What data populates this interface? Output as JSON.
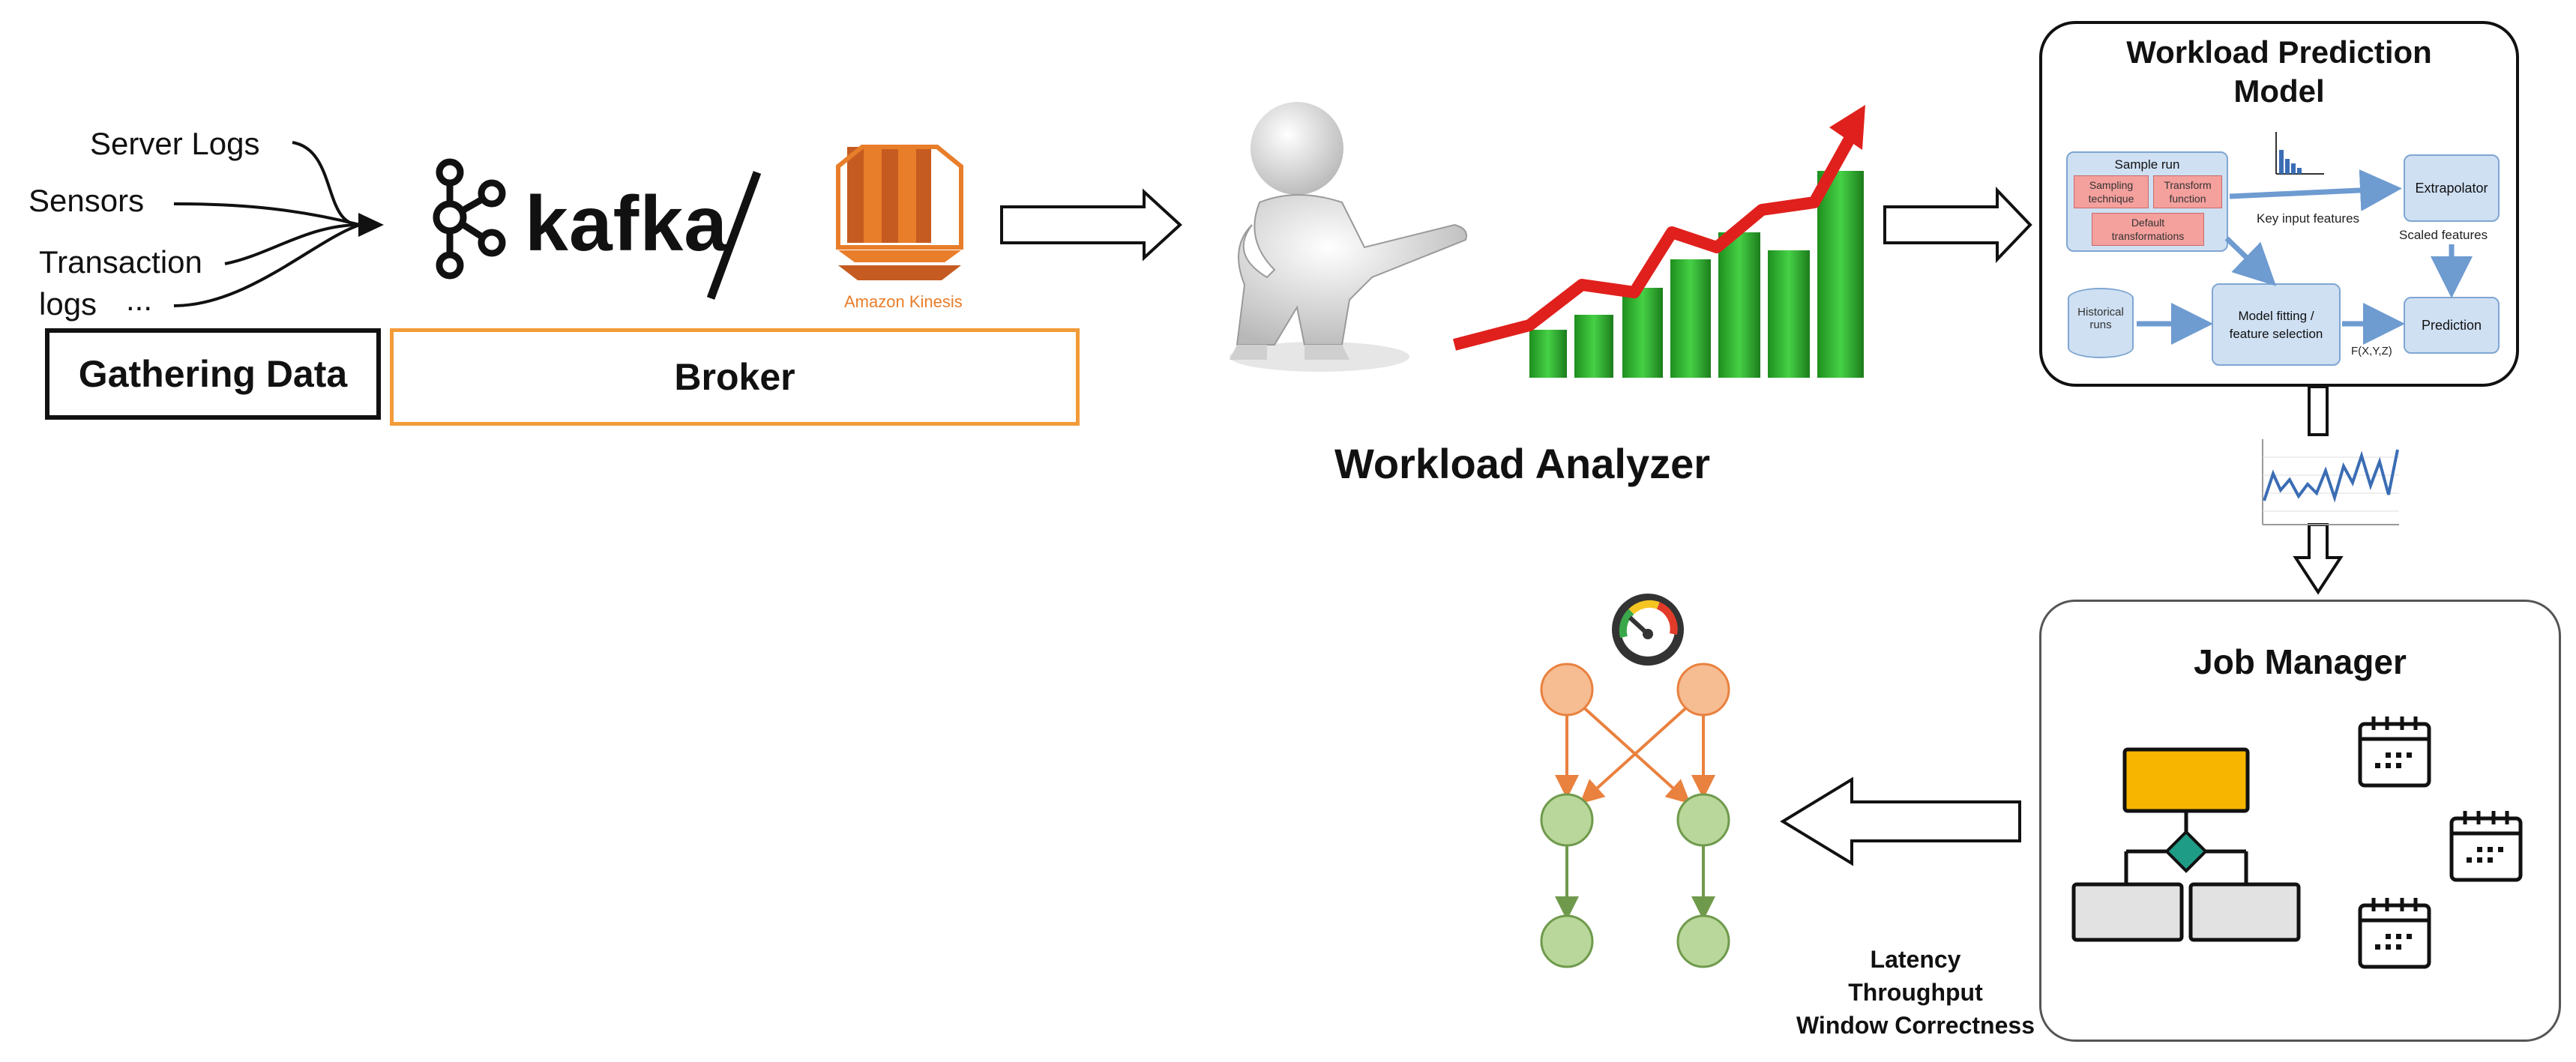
{
  "sources": {
    "server_logs": "Server Logs",
    "sensors": "Sensors",
    "transaction": "Transaction",
    "logs": "logs",
    "ellipsis": "..."
  },
  "gathering_data_label": "Gathering Data",
  "broker_label": "Broker",
  "kafka": {
    "wordmark": "kafka"
  },
  "kinesis": {
    "caption": "Amazon Kinesis"
  },
  "workload_analyzer_label": "Workload Analyzer",
  "prediction_model": {
    "title_line1": "Workload Prediction",
    "title_line2": "Model",
    "sample_run": "Sample run",
    "sampling_technique_1": "Sampling",
    "sampling_technique_2": "technique",
    "transform_function_1": "Transform",
    "transform_function_2": "function",
    "default_transformations_1": "Default",
    "default_transformations_2": "transformations",
    "key_input_features": "Key input features",
    "extrapolator": "Extrapolator",
    "scaled_features": "Scaled features",
    "historical_runs_1": "Historical",
    "historical_runs_2": "runs",
    "model_fitting_1": "Model fitting /",
    "model_fitting_2": "feature selection",
    "prediction": "Prediction",
    "formula": "F(X,Y,Z)"
  },
  "job_manager_label": "Job Manager",
  "metrics": {
    "latency": "Latency",
    "throughput": "Throughput",
    "window_correctness": "Window Correctness"
  },
  "colors": {
    "kinesis_orange": "#e87d2a",
    "broker_border": "#f29b38",
    "chart_green": "#2fb52f",
    "trend_red": "#e0201c",
    "node_orange": "#f6bc92",
    "node_green": "#b9d79a",
    "edge_orange": "#e9813f",
    "edge_green": "#6f9a4c",
    "job_yellow": "#f7b500",
    "diamond_teal": "#1e9c86",
    "model_blue": "#cfe0f3"
  }
}
